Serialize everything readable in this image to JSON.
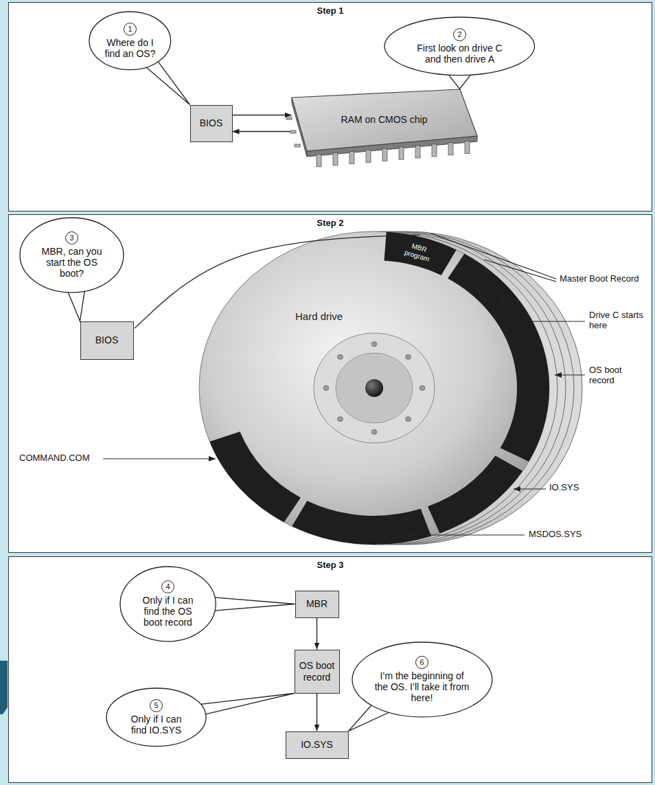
{
  "diagram": {
    "nodes": [
      {
        "text": [
          "Step 1"
        ]
      },
      {
        "text": [
          "1",
          "Where do I find an OS?"
        ],
        "in": 0
      },
      {
        "text": [
          "BIOS"
        ],
        "in": 0
      },
      {
        "text": [
          "RAM on CMOS chip"
        ],
        "in": 0
      },
      {
        "text": [
          "2",
          "First look on drive C and then drive A"
        ],
        "in": 0
      },
      {
        "text": [
          "Step 2"
        ]
      },
      {
        "text": [
          "3",
          "MBR, can you start the OS boot?"
        ],
        "in": 5
      },
      {
        "text": [
          "BIOS"
        ],
        "in": 5
      },
      {
        "text": [
          "Step 3"
        ]
      },
      {
        "text": [
          "4",
          "Only if I can find the OS boot record"
        ],
        "in": 8
      },
      {
        "text": [
          "MBR"
        ],
        "in": 8
      },
      {
        "text": [
          "OS boot record"
        ],
        "in": 8
      },
      {
        "text": [
          "5",
          "Only if I can find IO.SYS"
        ],
        "in": 8
      },
      {
        "text": [
          "IO.SYS"
        ],
        "in": 8
      },
      {
        "text": [
          "6",
          "I’m the beginning of the OS. I’ll take it from here!"
        ],
        "in": 8
      }
    ],
    "edges": [
      {
        "from": 2,
        "to": 3,
        "arrow": "to"
      },
      {
        "from": 3,
        "to": 2,
        "arrow": "to"
      },
      {
        "from": 10,
        "to": 11,
        "arrow": "to"
      },
      {
        "from": 11,
        "to": 13,
        "arrow": "to"
      }
    ],
    "labels": [
      "Hard drive",
      "MBR program",
      "Master Boot Record",
      "Drive C starts here",
      "OS boot record",
      "IO.SYS",
      "MSDOS.SYS",
      "COMMAND.COM"
    ]
  }
}
